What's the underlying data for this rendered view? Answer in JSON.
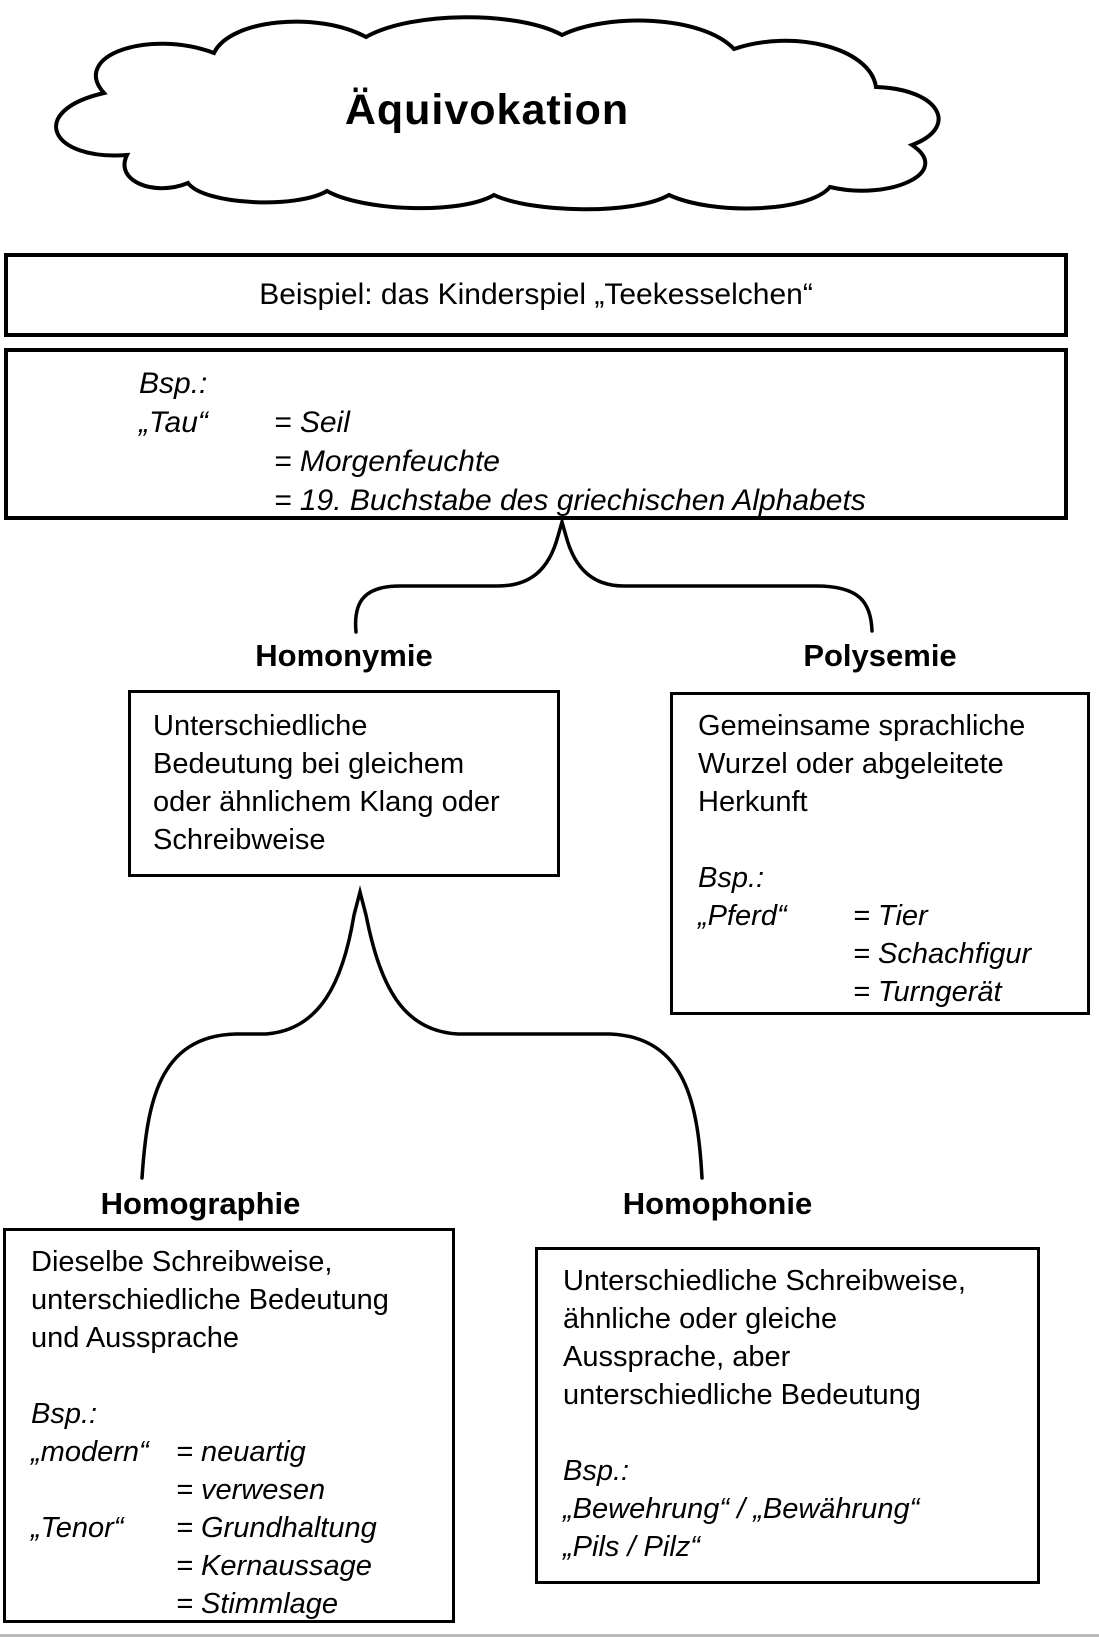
{
  "title": "Äquivokation",
  "example_box": {
    "text": "Beispiel: das Kinderspiel „Teekesselchen“"
  },
  "tau_box": {
    "label": "Bsp.:",
    "term": "„Tau“",
    "definitions": [
      "= Seil",
      "= Morgenfeuchte",
      "= 19. Buchstabe des griechischen Alphabets"
    ]
  },
  "homonymie": {
    "heading": "Homonymie",
    "description": "Unterschiedliche\nBedeutung bei gleichem\noder ähnlichem Klang oder\nSchreibweise"
  },
  "polysemie": {
    "heading": "Polysemie",
    "description": "Gemeinsame sprachliche\nWurzel oder abgeleitete\nHerkunft",
    "bsp_label": "Bsp.:",
    "term": "„Pferd“",
    "definitions": [
      "= Tier",
      "= Schachfigur",
      "= Turngerät"
    ]
  },
  "homographie": {
    "heading": "Homographie",
    "description": "Dieselbe Schreibweise,\nunterschiedliche Bedeutung\nund Aussprache",
    "bsp_label": "Bsp.:",
    "examples": [
      {
        "term": "„modern“",
        "definition": "= neuartig"
      },
      {
        "term": "",
        "definition": "= verwesen"
      },
      {
        "term": "„Tenor“",
        "definition": "= Grundhaltung"
      },
      {
        "term": "",
        "definition": "= Kernaussage"
      },
      {
        "term": "",
        "definition": "= Stimmlage"
      }
    ]
  },
  "homophonie": {
    "heading": "Homophonie",
    "description": "Unterschiedliche Schreibweise,\nähnliche oder gleiche\nAussprache, aber\nunterschiedliche Bedeutung",
    "bsp_label": "Bsp.:",
    "examples": [
      "„Bewehrung“  / „Bewährung“",
      "„Pils / Pilz“"
    ]
  },
  "colors": {
    "ink": "#000000",
    "page_edge": "#bbbbbb"
  }
}
